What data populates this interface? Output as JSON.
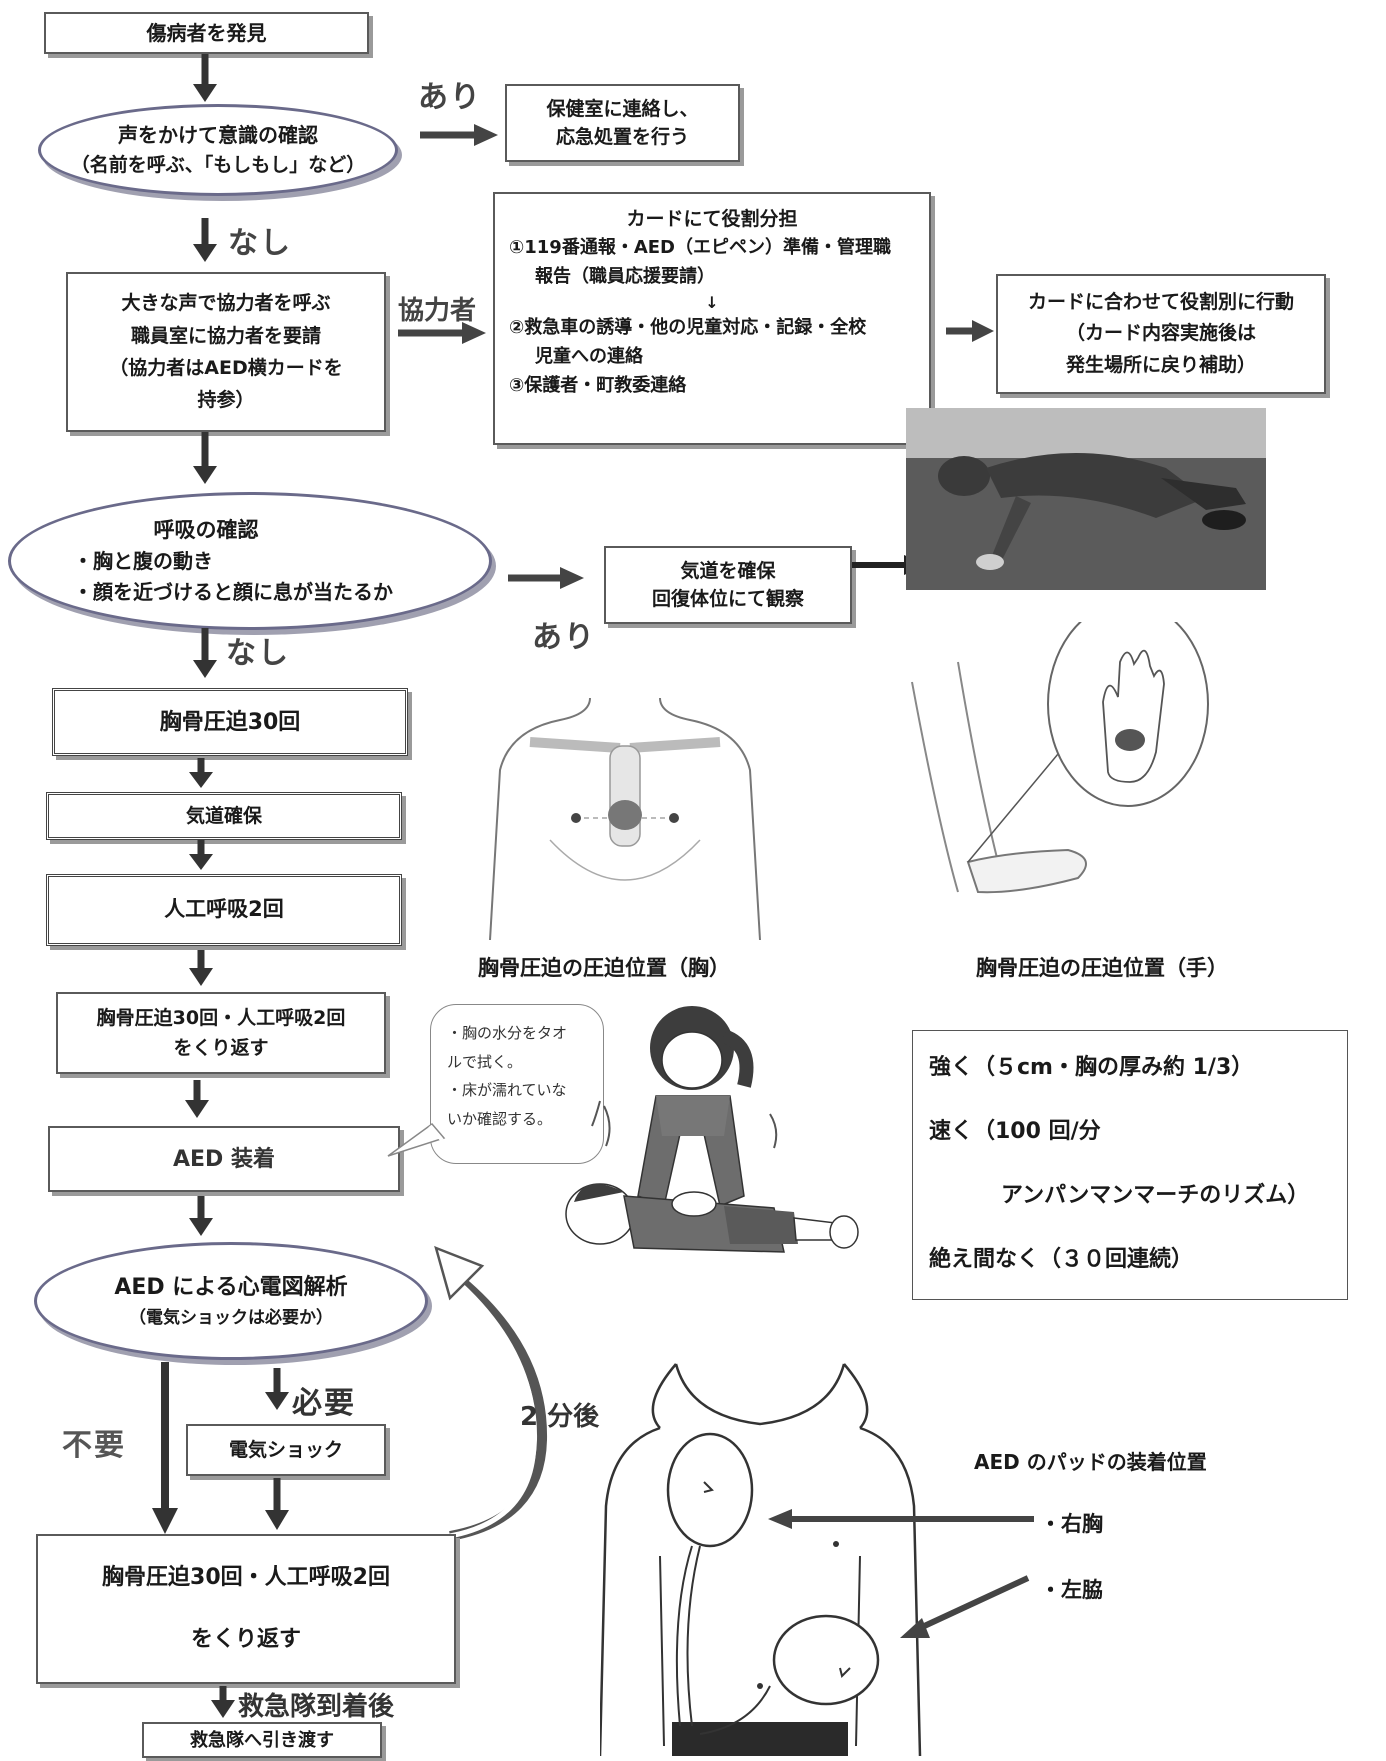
{
  "flow": {
    "discover": "傷病者を発見",
    "consciousness": [
      "声をかけて意識の確認",
      "（名前を呼ぶ、「もしもし」など）"
    ],
    "label_ari_1": "あり",
    "health_room": [
      "保健室に連絡し、",
      "応急処置を行う"
    ],
    "label_nashi_1": "なし",
    "call_helpers": [
      "大きな声で協力者を呼ぶ",
      "職員室に協力者を要請",
      "（協力者はAED横カードを",
      "持参）"
    ],
    "label_helper": "協力者",
    "roles_card": {
      "title": "カードにて役割分担",
      "item1_a": "①119番通報・AED（エピペン）準備・管理職",
      "item1_b": "報告（職員応援要請）",
      "down": "↓",
      "item2_a": "②救急車の誘導・他の児童対応・記録・全校",
      "item2_b": "児童への連絡",
      "item3": "③保護者・町教委連絡"
    },
    "role_action": [
      "カードに合わせて役割別に行動",
      "（カード内容実施後は",
      "発生場所に戻り補助）"
    ],
    "breathing": {
      "title": "呼吸の確認",
      "line1": "・胸と腹の動き",
      "line2": "・顔を近づけると顔に息が当たるか"
    },
    "airway_recovery": [
      "気道を確保",
      "回復体位にて観察"
    ],
    "label_ari_2": "あり",
    "label_nashi_2": "なし",
    "compression30": "胸骨圧迫30回",
    "airway": "気道確保",
    "breaths2": "人工呼吸2回",
    "repeat_cycle": [
      "胸骨圧迫30回・人工呼吸2回",
      "をくり返す"
    ],
    "aed_attach": "AED 装着",
    "aed_analysis": [
      "AED による心電図解析",
      "（電気ショックは必要か）"
    ],
    "label_needed": "必要",
    "label_not_needed": "不要",
    "shock": "電気ショック",
    "after_2min": "2 分後",
    "repeat_cycle_2": [
      "胸骨圧迫30回・人工呼吸2回",
      "をくり返す"
    ],
    "label_after_ems": "救急隊到着後",
    "handover": "救急隊へ引き渡す"
  },
  "illustrations": {
    "chest_caption": "胸骨圧迫の圧迫位置（胸）",
    "hand_caption": "胸骨圧迫の圧迫位置（手）",
    "tip_bubble": [
      "・胸の水分をタオ",
      "ルで拭く。",
      "・床が濡れていな",
      "いか確認する。"
    ],
    "pad_title": "AED のパッドの装着位置",
    "pad_right": "・右胸",
    "pad_left": "・左脇"
  },
  "cpr_tips": {
    "line1": "強く（５cm・胸の厚み約 1/3）",
    "line2": "速く（100 回/分",
    "line3": "アンパンマンマーチのリズム）",
    "line4": "絶え間なく（３０回連続）"
  },
  "colors": {
    "border": "#5a5a5a",
    "shadow": "#9a9a9a",
    "oval_border": "#6a6a8a",
    "label": "#444444",
    "photo": "#5a5a5a"
  }
}
